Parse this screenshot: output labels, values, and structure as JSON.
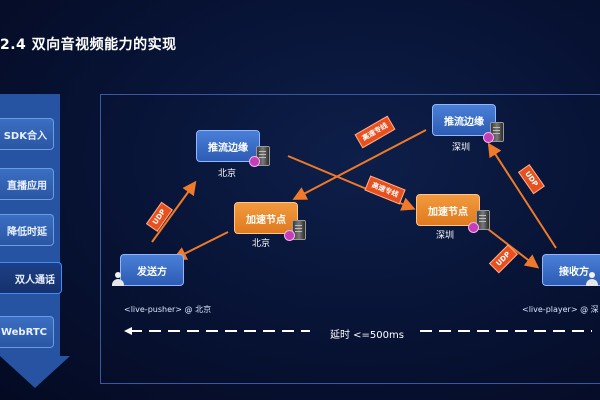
{
  "title": "2.4 双向音视频能力的实现",
  "sidebar": {
    "items": [
      {
        "label": "SDK合入",
        "active": false
      },
      {
        "label": "直播应用",
        "active": false
      },
      {
        "label": "降低时延",
        "active": false
      },
      {
        "label": "双人通话",
        "active": true
      },
      {
        "label": "WebRTC",
        "active": false
      }
    ]
  },
  "nodes": {
    "push_bj": {
      "label": "推流边缘",
      "city": "北京"
    },
    "accel_bj": {
      "label": "加速节点",
      "city": "北京"
    },
    "sender": {
      "label": "发送方",
      "caption": "<live-pusher> @ 北京"
    },
    "push_sz": {
      "label": "推流边缘",
      "city": "深圳"
    },
    "accel_sz": {
      "label": "加速节点",
      "city": "深圳"
    },
    "receiver": {
      "label": "接收方",
      "caption": "<live-player> @ 深"
    }
  },
  "tags": {
    "udp_left": "UDP",
    "udp_right_top": "UDP",
    "udp_right_bottom": "UDP",
    "express_top": "高速专线",
    "express_bottom": "高速专线"
  },
  "latency": "延时 <=500ms",
  "colors": {
    "arrow": "#f07a2a",
    "frame": "#3a57a0",
    "node_blue": "#3d6fcc",
    "node_orange": "#ee8a30",
    "dashed": "#ffffff"
  },
  "icons": [
    "server-icon",
    "badge-icon",
    "person-icon"
  ]
}
